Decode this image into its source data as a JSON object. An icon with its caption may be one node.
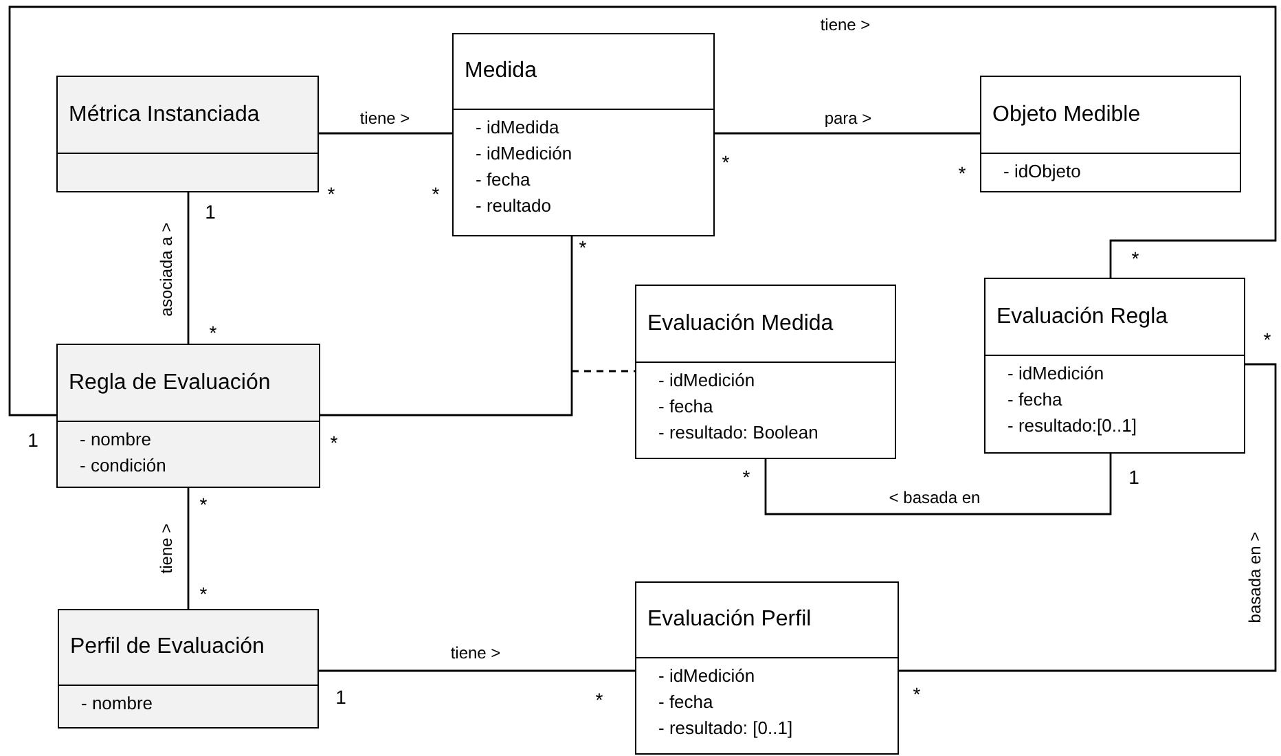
{
  "diagram": {
    "nodes": [
      {
        "text": [
          "Métrica Instanciada"
        ]
      },
      {
        "text": [
          "Medida",
          "- idMedida",
          "- idMedición",
          "- fecha",
          "- reultado"
        ]
      },
      {
        "text": [
          "Objeto Medible",
          "- idObjeto"
        ]
      },
      {
        "text": [
          "Regla de Evaluación",
          "- nombre",
          "- condición"
        ]
      },
      {
        "text": [
          "Evaluación Medida",
          "- idMedición",
          "- fecha",
          "- resultado: Boolean"
        ]
      },
      {
        "text": [
          "Evaluación Regla",
          "- idMedición",
          "- fecha",
          "- resultado:[0..1]"
        ]
      },
      {
        "text": [
          "Perfil de Evaluación",
          "- nombre"
        ]
      },
      {
        "text": [
          "Evaluación Perfil",
          "- idMedición",
          "- fecha",
          "- resultado: [0..1]"
        ]
      }
    ],
    "edges": [
      {
        "from": 0,
        "to": 1,
        "arrow": "none",
        "label": "tiene >"
      },
      {
        "from": 1,
        "to": 2,
        "arrow": "none",
        "label": "para >"
      },
      {
        "from": 3,
        "to": 0,
        "arrow": "none",
        "label": "asociada a >"
      },
      {
        "from": 3,
        "to": 5,
        "arrow": "none",
        "label": "tiene >"
      },
      {
        "from": 3,
        "to": 1,
        "arrow": "none"
      },
      {
        "from": null,
        "to": 4,
        "arrow": "none",
        "style": "dashed"
      },
      {
        "from": 4,
        "to": 5,
        "arrow": "none",
        "label": "< basada en"
      },
      {
        "from": 3,
        "to": 6,
        "arrow": "none",
        "label": "tiene >"
      },
      {
        "from": 6,
        "to": 7,
        "arrow": "none",
        "label": "tiene >"
      },
      {
        "from": 7,
        "to": 5,
        "arrow": "none",
        "label": "basada en >"
      }
    ],
    "labels": [
      "*",
      "*",
      "*",
      "*",
      "1",
      "*",
      "*",
      "*",
      "*",
      "1",
      "*",
      "*",
      "1",
      "*",
      "*",
      "1",
      "*",
      "*"
    ]
  }
}
